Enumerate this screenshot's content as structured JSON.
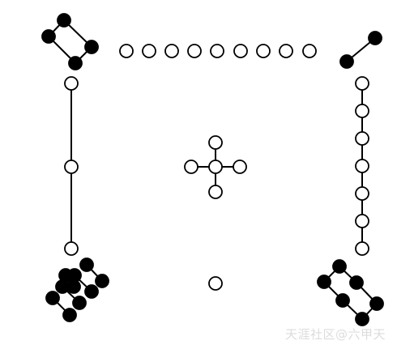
{
  "colors": {
    "line": "#000000",
    "black_dot": "#000000",
    "white_dot": "#ffffff"
  },
  "groups": [
    {
      "id": "top-left",
      "count": 4,
      "color": "black"
    },
    {
      "id": "top-middle",
      "count": 9,
      "color": "white"
    },
    {
      "id": "top-right",
      "count": 2,
      "color": "black"
    },
    {
      "id": "left-column",
      "count": 3,
      "color": "white"
    },
    {
      "id": "center-cross",
      "count": 5,
      "color": "white"
    },
    {
      "id": "right-column",
      "count": 7,
      "color": "white"
    },
    {
      "id": "bottom-left",
      "count": 10,
      "color": "black"
    },
    {
      "id": "bottom-middle",
      "count": 1,
      "color": "white"
    },
    {
      "id": "bottom-right",
      "count": 6,
      "color": "black"
    }
  ],
  "watermark": "天涯社区@六甲天"
}
